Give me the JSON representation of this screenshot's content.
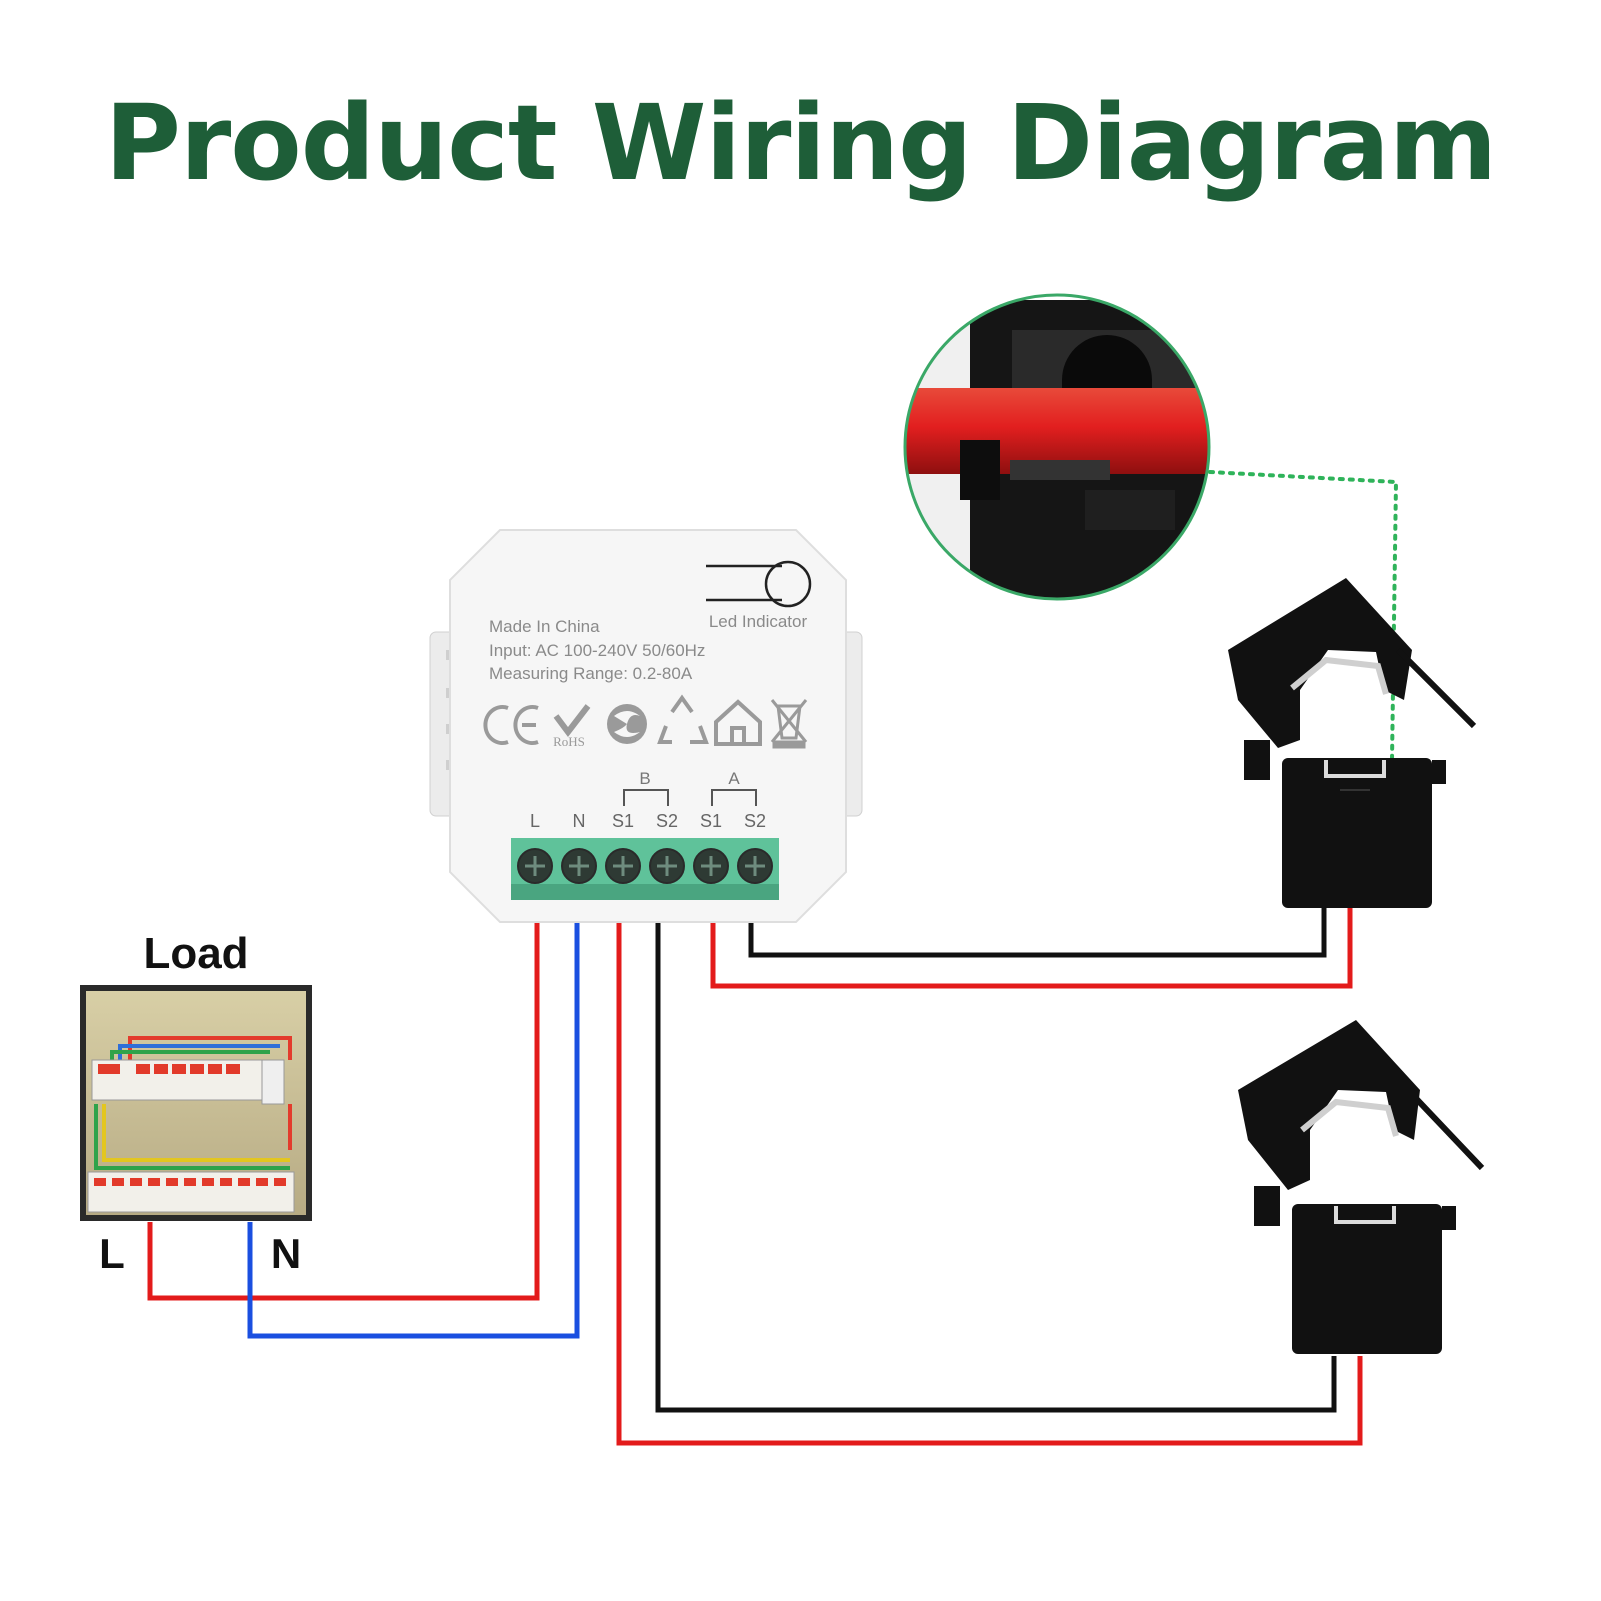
{
  "title": "Product Wiring Diagram",
  "colors": {
    "title": "#1e5e38",
    "live_wire": "#e31b1b",
    "neutral_wire": "#1a4fe0",
    "signal_wire": "#111111",
    "terminal_block": "#5fc29a",
    "zoom_ring": "#3aa867",
    "zoom_link": "#2fb35a"
  },
  "module": {
    "line1": "Made In China",
    "line2": "Input: AC 100-240V 50/60Hz",
    "line3": "Measuring Range: 0.2-80A",
    "led_label": "Led Indicator",
    "rohs": "RoHS",
    "group_b": "B",
    "group_a": "A",
    "terminals": [
      "L",
      "N",
      "S1",
      "S2",
      "S1",
      "S2"
    ]
  },
  "load": {
    "title": "Load",
    "l_label": "L",
    "n_label": "N"
  },
  "icons": [
    "ce-mark-icon",
    "rohs-check-icon",
    "green-dot-icon",
    "recycle-icon",
    "house-icon",
    "weee-bin-icon",
    "led-indicator-icon",
    "current-clamp-icon"
  ]
}
